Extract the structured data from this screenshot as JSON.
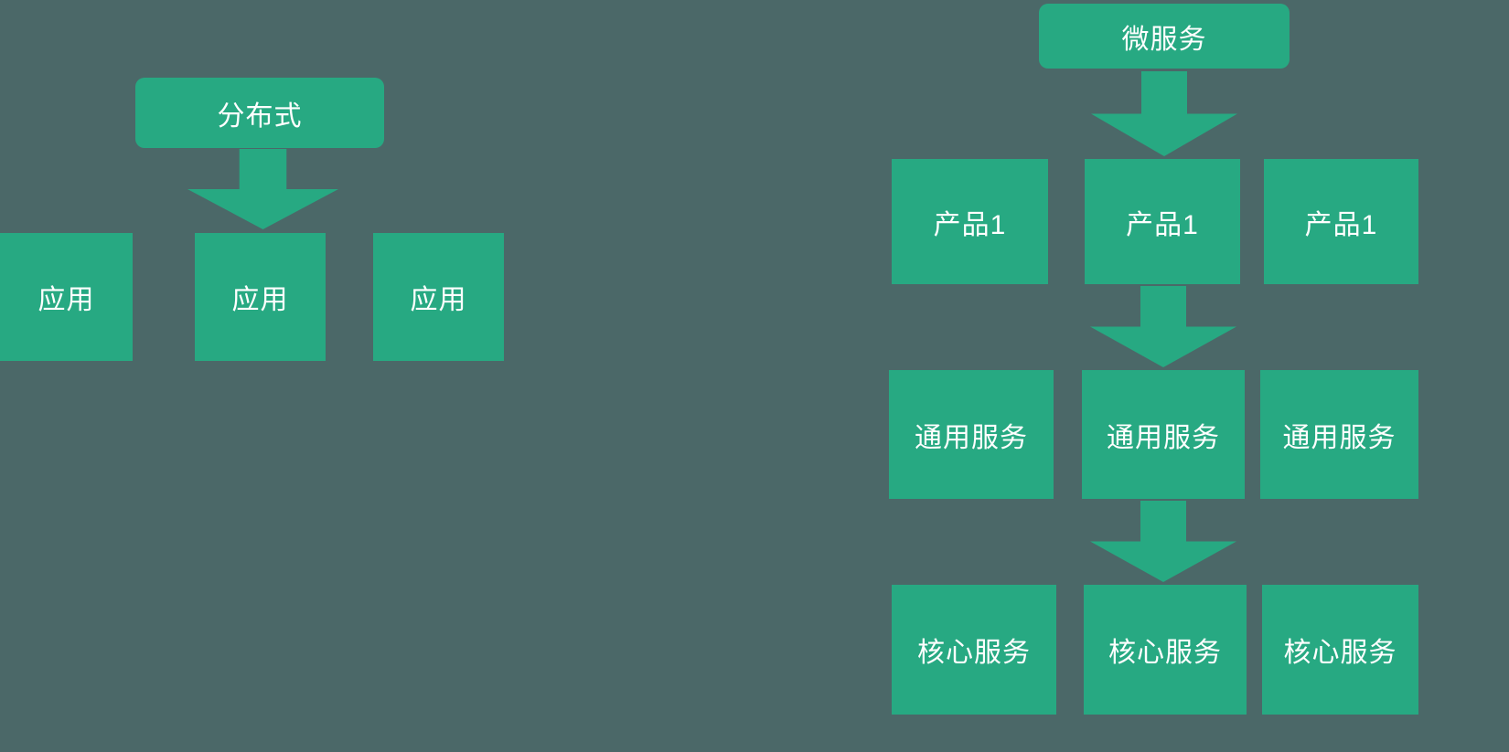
{
  "colors": {
    "background": "#4b6868",
    "node": "#27a982",
    "text": "#ffffff"
  },
  "left_diagram": {
    "root_label": "分布式",
    "children": [
      {
        "label": "应用"
      },
      {
        "label": "应用"
      },
      {
        "label": "应用"
      }
    ]
  },
  "right_diagram": {
    "root_label": "微服务",
    "rows": [
      {
        "items": [
          {
            "label": "产品1"
          },
          {
            "label": "产品1"
          },
          {
            "label": "产品1"
          }
        ]
      },
      {
        "items": [
          {
            "label": "通用服务"
          },
          {
            "label": "通用服务"
          },
          {
            "label": "通用服务"
          }
        ]
      },
      {
        "items": [
          {
            "label": "核心服务"
          },
          {
            "label": "核心服务"
          },
          {
            "label": "核心服务"
          }
        ]
      }
    ]
  }
}
